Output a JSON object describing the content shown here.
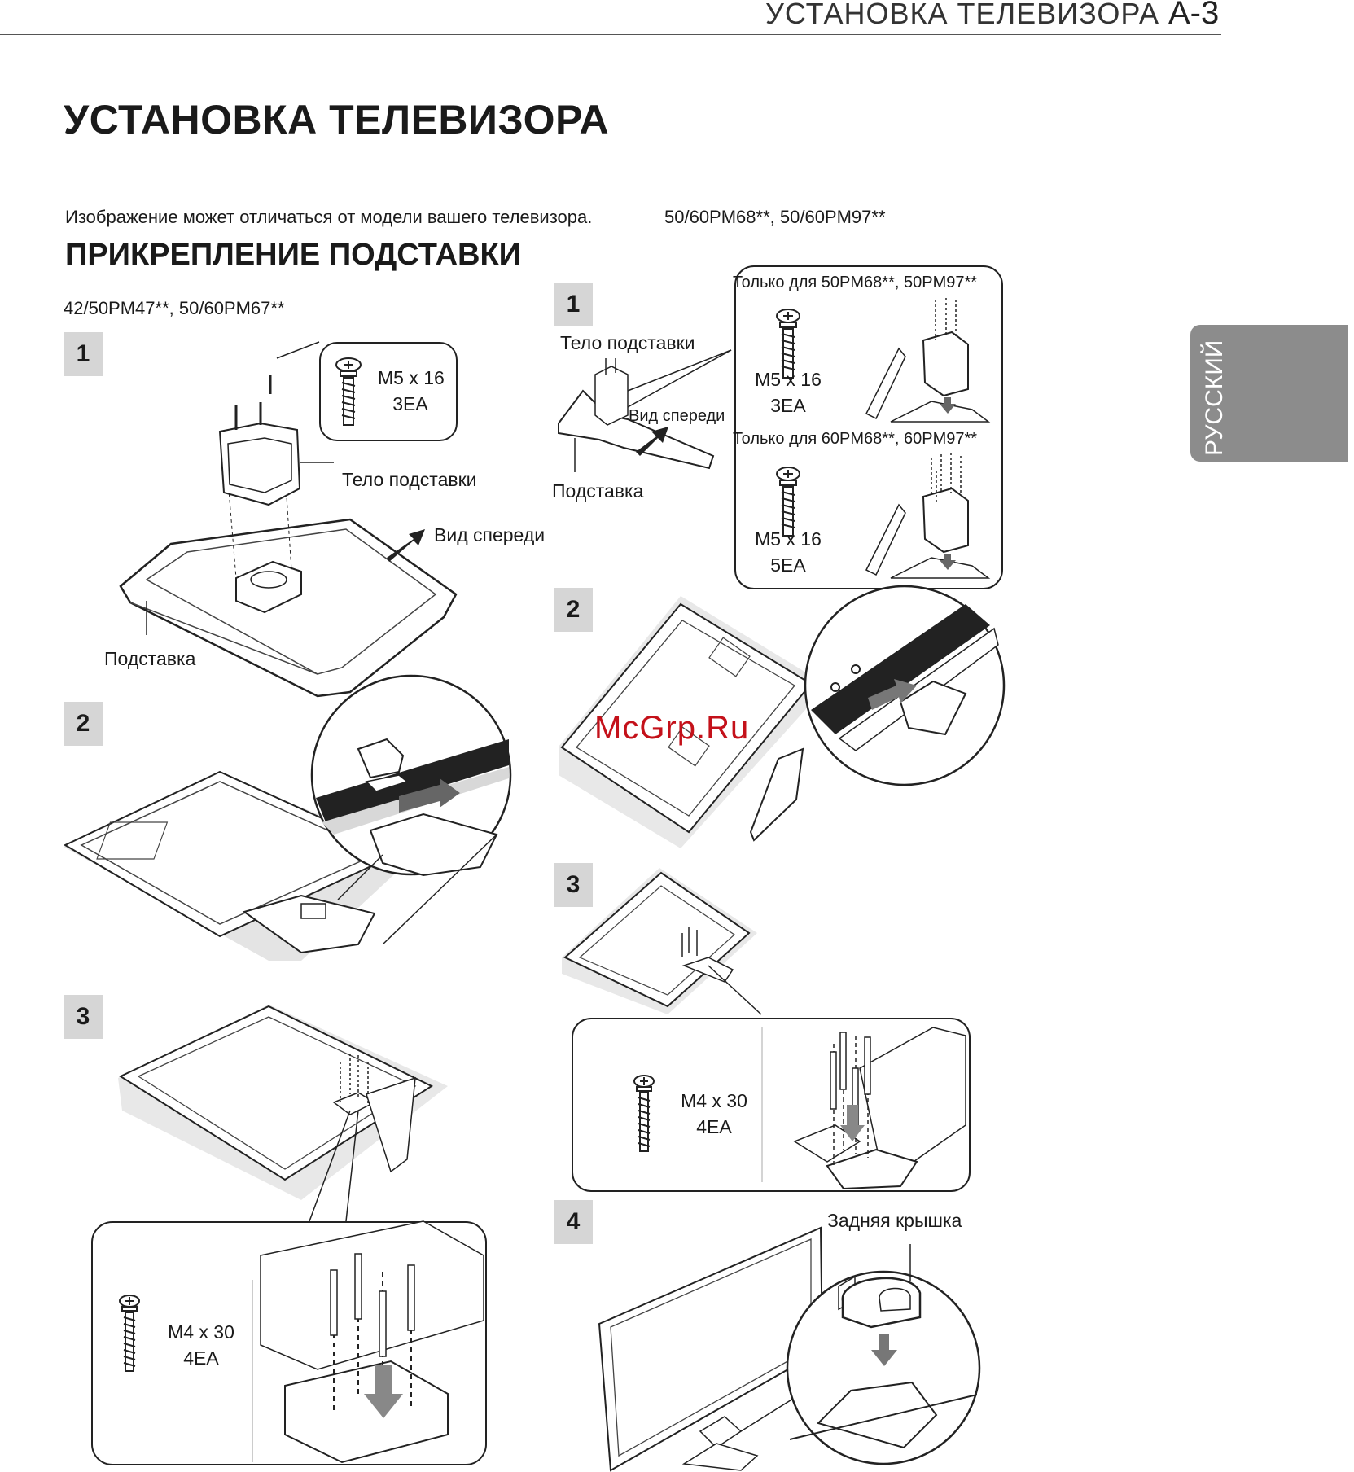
{
  "header": {
    "title": "УСТАНОВКА ТЕЛЕВИЗОРА",
    "page": "A-3"
  },
  "page_title": "УСТАНОВКА ТЕЛЕВИЗОРА",
  "note": "Изображение может отличаться от модели вашего телевизора.",
  "note_models": "50/60PM68**, 50/60PM97**",
  "section_title": "ПРИКРЕПЛЕНИЕ ПОДСТАВКИ",
  "side_tab": "РУССКИЙ",
  "watermark": "McGrp.Ru",
  "left": {
    "models": "42/50PM47**, 50/60PM67**",
    "steps": [
      "1",
      "2",
      "3"
    ],
    "screw1": {
      "size": "M5 x 16",
      "qty": "3EA"
    },
    "screw3": {
      "size": "M4 x 30",
      "qty": "4EA"
    },
    "label_body": "Тело подставки",
    "label_front": "Вид спереди",
    "label_stand": "Подставка"
  },
  "right": {
    "steps": [
      "1",
      "2",
      "3",
      "4"
    ],
    "label_body": "Тело подставки",
    "label_front": "Вид спереди",
    "label_stand": "Подставка",
    "only_50": "Только для 50PM68**, 50PM97**",
    "only_60": "Только для  60PM68**, 60PM97**",
    "screw_50": {
      "size": "M5 x 16",
      "qty": "3EA"
    },
    "screw_60": {
      "size": "M5 x 16",
      "qty": "5EA"
    },
    "screw3": {
      "size": "M4 x 30",
      "qty": "4EA"
    },
    "label_back_cover": "Задняя крышка"
  }
}
